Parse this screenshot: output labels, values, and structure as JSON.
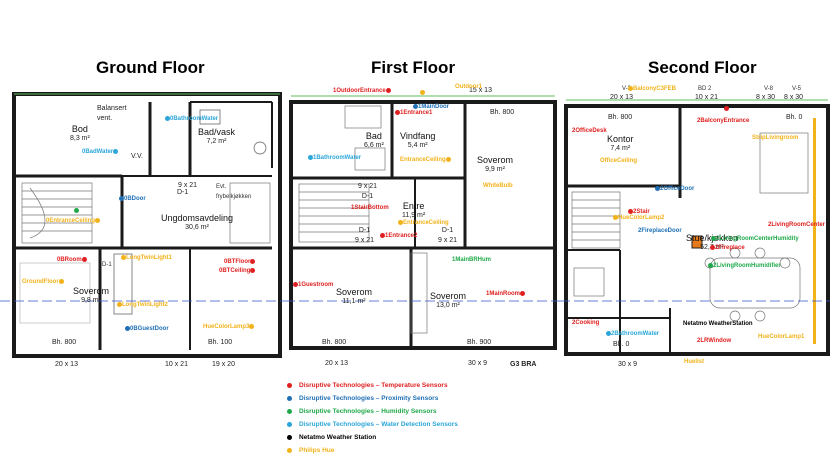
{
  "titles": {
    "ground": "Ground Floor",
    "first": "First Floor",
    "second": "Second Floor"
  },
  "colors": {
    "temperature": "#e02020",
    "proximity": "#1f6fb5",
    "humidity": "#1fa84a",
    "water": "#2aa6d8",
    "weather": "#000000",
    "hue": "#f2b21a"
  },
  "ground": {
    "rooms": {
      "bod": "Bod",
      "bod_area": "8,3 m²",
      "balansert": "Balansert",
      "vent": "vent.",
      "badvask": "Bad/vask",
      "badvask_area": "7,2 m²",
      "vv": "V.V.",
      "ungdom": "Ungdomsavdeling",
      "ungdom_area": "30,6 m²",
      "evt": "Evt.",
      "frybel": "frybelkjøkken",
      "door": "9 x 21",
      "soverom": "Soverom",
      "soverom_area": "9,8 m²",
      "bh1": "Bh. 800",
      "bh2": "Bh. 100",
      "dim1": "20 x 13",
      "dim2": "10 x 21",
      "dim3": "19 x 20",
      "d1": "D-1",
      "d1b": "D-1"
    },
    "sensors": {
      "bathroomwater": "0BathroomWater",
      "badwater": "0BadWater",
      "bdoor": "0BDoor",
      "entranceceiling": "0EntranceCeiling",
      "broom": "0BRoom",
      "longtwin1": "LongTwinLight1",
      "btfloor": "0BTFloor",
      "btceiling": "0BTCeiling",
      "groundfloor": "GroundFloor",
      "longtwin2": "LongTwinLight2",
      "guestdoor": "0BGuestDoor",
      "huecolor3": "HueColorLamp3"
    }
  },
  "first": {
    "rooms": {
      "bad": "Bad",
      "bad_area": "6,6 m²",
      "vindfang": "Vindfang",
      "vindfang_area": "5,4 m²",
      "soverom1": "Soverom",
      "soverom1_area": "9,9 m²",
      "bh_top": "Bh. 800",
      "entre": "Entre",
      "entre_area": "11,9 m²",
      "soverom2": "Soverom",
      "soverom2_area": "11,1 m²",
      "soverom3": "Soverom",
      "soverom3_area": "13,0 m²",
      "bh_left": "Bh. 800",
      "bh_right": "Bh. 900",
      "dim_left": "20 x 13",
      "dim_right": "30 x 9",
      "dim_top": "15 x 13",
      "door1": "9 x 21",
      "door2": "9 x 21",
      "door3": "9 x 21",
      "d1a": "D-1",
      "d1b": "D-1",
      "d1c": "D-1",
      "g3": "G3 BRA"
    },
    "sensors": {
      "outdoorentrance": "1OutdoorEntrance",
      "maindoor": "1MainDoor",
      "outdoor1": "Outdoor1",
      "entrance1": "1Entrance1",
      "bathroomwater": "1BathroomWater",
      "entranceceiling": "EntranceCeiling",
      "whitebulb": "WhiteBulb",
      "stairbottom": "1StairBottom",
      "entranceceiling2": "EntranceCeiling",
      "entrance2": "1Entrance2",
      "mainbrhum": "1MainBRHum",
      "guestroom": "1Guestroom",
      "mainroom": "1MainRoom"
    }
  },
  "second": {
    "rooms": {
      "kontor": "Kontor",
      "kontor_area": "7,4 m²",
      "stue": "Stue/kjøkken",
      "stue_area": "52,7 m²",
      "bh_kontor": "Bh. 800",
      "bh_right": "Bh. 0",
      "bh_bottom": "Bh. 0",
      "dim_top1": "20 x 13",
      "dim_top2": "10 x 21",
      "dim_top3": "8 x 30",
      "dim_top4": "8 x 30",
      "dim_bottom": "30 x 9",
      "v3": "V-3",
      "v8": "V-8",
      "v5": "V-5",
      "bd2": "BD 2"
    },
    "sensors": {
      "balconyc3": "BalconyC3FEB",
      "balconyentrance": "2BalconyEntrance",
      "officedesk": "2OfficeDesk",
      "officeceiling": "OfficeCeiling",
      "striplivingroom": "StripLivingroom",
      "officedoor": "2OfficeDoor",
      "stair": "2Stair",
      "huecolor2": "HueColorLamp2",
      "livingroomcenter": "2LivingRoomCenter",
      "fireplacedoor": "2FireplaceDoor",
      "livingroomcenterhum": "2LivingRoomCenterHumidity",
      "fireplace": "2Fireplace",
      "livingroomhumidifier": "2LivingRoomHumidifier",
      "cooking": "2Cooking",
      "netatmo": "Netatmo WeatherStation",
      "bathroomwater": "2BathroomWater",
      "lrwindow": "2LRWindow",
      "huecolor1": "HueColorLamp1",
      "huelist": "Huelist"
    }
  },
  "legend": [
    {
      "label": "Disruptive Technologies – Temperature Sensors",
      "color": "#e02020"
    },
    {
      "label": "Disruptive Technologies – Proximity Sensors",
      "color": "#1f6fb5"
    },
    {
      "label": "Disruptive Technologies – Humidity Sensors",
      "color": "#1fa84a"
    },
    {
      "label": "Disruptive Technologies – Water Detection Sensors",
      "color": "#2aa6d8"
    },
    {
      "label": "Netatmo Weather Station",
      "color": "#000000"
    },
    {
      "label": "Philips Hue",
      "color": "#f2b21a"
    }
  ]
}
